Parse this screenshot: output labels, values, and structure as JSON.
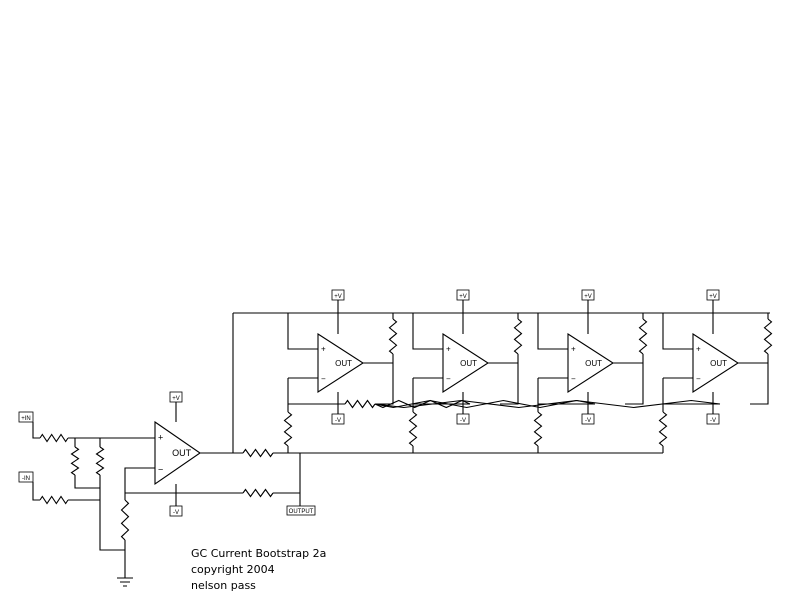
{
  "labels": {
    "plus_in": "+IN",
    "minus_in": "-IN",
    "plus_v": "+V",
    "minus_v": "-V",
    "output": "OUTPUT",
    "out": "OUT",
    "plus_sign": "+",
    "minus_sign": "−"
  },
  "title_block": {
    "line1": "GC Current Bootstrap 2a",
    "line2": "copyright 2004",
    "line3": "nelson pass"
  }
}
